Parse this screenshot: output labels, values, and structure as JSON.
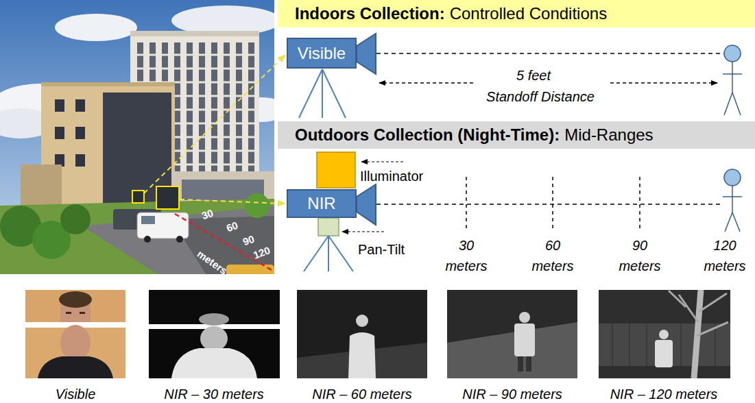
{
  "diagram": {
    "nodes": [
      {
        "text": [
          "Indoors Collection:",
          "Controlled Conditions"
        ]
      },
      {
        "text": [
          "Visible"
        ]
      },
      {
        "text": [
          "Outdoors Collection (Night-Time):",
          "Mid-Ranges"
        ]
      },
      {
        "text": [
          "NIR"
        ]
      }
    ],
    "labels": [
      "30",
      "60",
      "90",
      "120",
      "meters",
      "5 feet",
      "Standoff Distance",
      "Illuminator",
      "Pan-Tilt",
      "30 meters",
      "60 meters",
      "90 meters",
      "120 meters",
      "Visible",
      "NIR – 30 meters",
      "NIR – 60 meters",
      "NIR – 90 meters",
      "NIR – 120 meters"
    ]
  }
}
